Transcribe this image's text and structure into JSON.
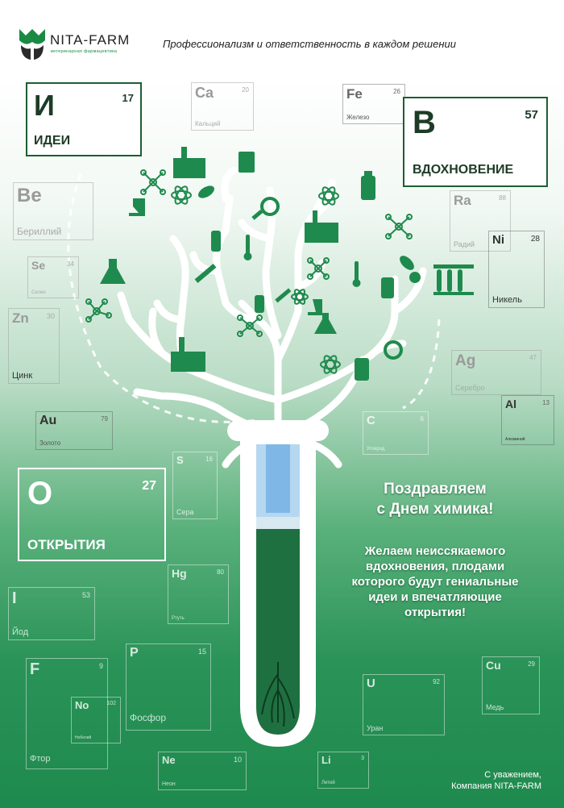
{
  "header": {
    "brand": "NITA-FARM",
    "brand_sub": "ветеринарная фармацевтика",
    "slogan": "Профессионализм и ответственность в каждом решении"
  },
  "elements": {
    "i": {
      "symbol": "И",
      "number": "17",
      "name": "ИДЕИ"
    },
    "v": {
      "symbol": "В",
      "number": "57",
      "name": "ВДОХНОВЕНИЕ"
    },
    "o": {
      "symbol": "О",
      "number": "27",
      "name": "ОТКРЫТИЯ"
    },
    "ca": {
      "symbol": "Ca",
      "number": "20",
      "name": "Кальций"
    },
    "fe": {
      "symbol": "Fe",
      "number": "26",
      "name": "Железо"
    },
    "be": {
      "symbol": "Be",
      "number": "",
      "name": "Бериллий"
    },
    "ra": {
      "symbol": "Ra",
      "number": "88",
      "name": "Радий"
    },
    "ni": {
      "symbol": "Ni",
      "number": "28",
      "name": "Никель"
    },
    "se": {
      "symbol": "Se",
      "number": "34",
      "name": "Селен"
    },
    "zn": {
      "symbol": "Zn",
      "number": "30",
      "name": "Цинк"
    },
    "ag": {
      "symbol": "Ag",
      "number": "47",
      "name": "Серебро"
    },
    "al": {
      "symbol": "Al",
      "number": "13",
      "name": "Алюминий"
    },
    "au": {
      "symbol": "Au",
      "number": "79",
      "name": "Золото"
    },
    "c": {
      "symbol": "C",
      "number": "6",
      "name": "Углерод"
    },
    "s": {
      "symbol": "S",
      "number": "16",
      "name": "Сера"
    },
    "hg": {
      "symbol": "Hg",
      "number": "80",
      "name": "Ртуть"
    },
    "iod": {
      "symbol": "I",
      "number": "53",
      "name": "Йод"
    },
    "p": {
      "symbol": "P",
      "number": "15",
      "name": "Фосфор"
    },
    "f": {
      "symbol": "F",
      "number": "9",
      "name": "Фтор"
    },
    "no": {
      "symbol": "No",
      "number": "102",
      "name": "Нобелий"
    },
    "ne": {
      "symbol": "Ne",
      "number": "10",
      "name": "Неон"
    },
    "li": {
      "symbol": "Li",
      "number": "3",
      "name": "Литий"
    },
    "u": {
      "symbol": "U",
      "number": "92",
      "name": "Уран"
    },
    "cu": {
      "symbol": "Cu",
      "number": "29",
      "name": "Медь"
    }
  },
  "greeting": {
    "line1": "Поздравляем",
    "line2": "с Днем химика!"
  },
  "wish": {
    "line1": "Желаем неиссякаемого",
    "line2": "вдохновения, плодами",
    "line3": "которого будут гениальные",
    "line4": "идеи и впечатляющие",
    "line5": "открытия!"
  },
  "signature": {
    "line1": "С уважением,",
    "line2": "Компания NITA-FARM"
  },
  "colors": {
    "brand_green": "#1a8a44",
    "dark_green": "#1d5e33",
    "icon_green": "#1f8a4d"
  },
  "icons": [
    "flask-icon",
    "molecule-icon",
    "atom-icon",
    "pill-icon",
    "microscope-icon",
    "syringe-icon",
    "test-tube-rack-icon",
    "factory-icon",
    "bottle-icon",
    "thermometer-icon",
    "magnifier-icon",
    "clipboard-icon"
  ]
}
